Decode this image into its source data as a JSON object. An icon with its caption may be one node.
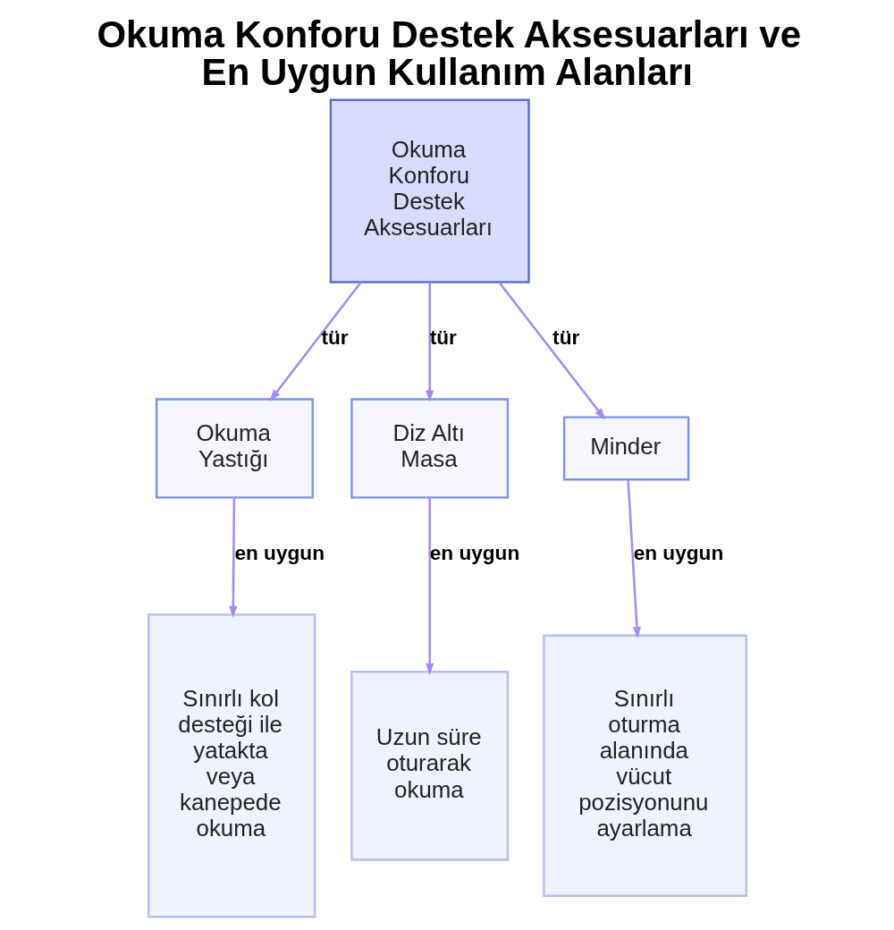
{
  "diagram": {
    "title": "Okuma Konforu Destek Aksesuarları ve En Uygun Kullanım Alanları",
    "nodes": [
      {
        "text": [
          "Okuma Konforu Destek Aksesuarları"
        ]
      },
      {
        "text": [
          "Okuma Yastığı"
        ]
      },
      {
        "text": [
          "Diz Altı Masa"
        ]
      },
      {
        "text": [
          "Minder"
        ]
      },
      {
        "text": [
          "Sınırlı kol desteği ile yatakta veya kanepede okuma"
        ]
      },
      {
        "text": [
          "Uzun süre oturarak okuma"
        ]
      },
      {
        "text": [
          "Sınırlı oturma alanında vücut pozisyonunu ayarlama"
        ]
      }
    ],
    "edges": [
      {
        "from": 0,
        "to": 1,
        "arrow": "to",
        "label": "tür"
      },
      {
        "from": 0,
        "to": 2,
        "arrow": "to",
        "label": "tür"
      },
      {
        "from": 0,
        "to": 3,
        "arrow": "to",
        "label": "tür"
      },
      {
        "from": 1,
        "to": 4,
        "arrow": "to",
        "label": "en uygun"
      },
      {
        "from": 2,
        "to": 5,
        "arrow": "to",
        "label": "en uygun"
      },
      {
        "from": 3,
        "to": 6,
        "arrow": "to",
        "label": "en uygun"
      }
    ]
  }
}
